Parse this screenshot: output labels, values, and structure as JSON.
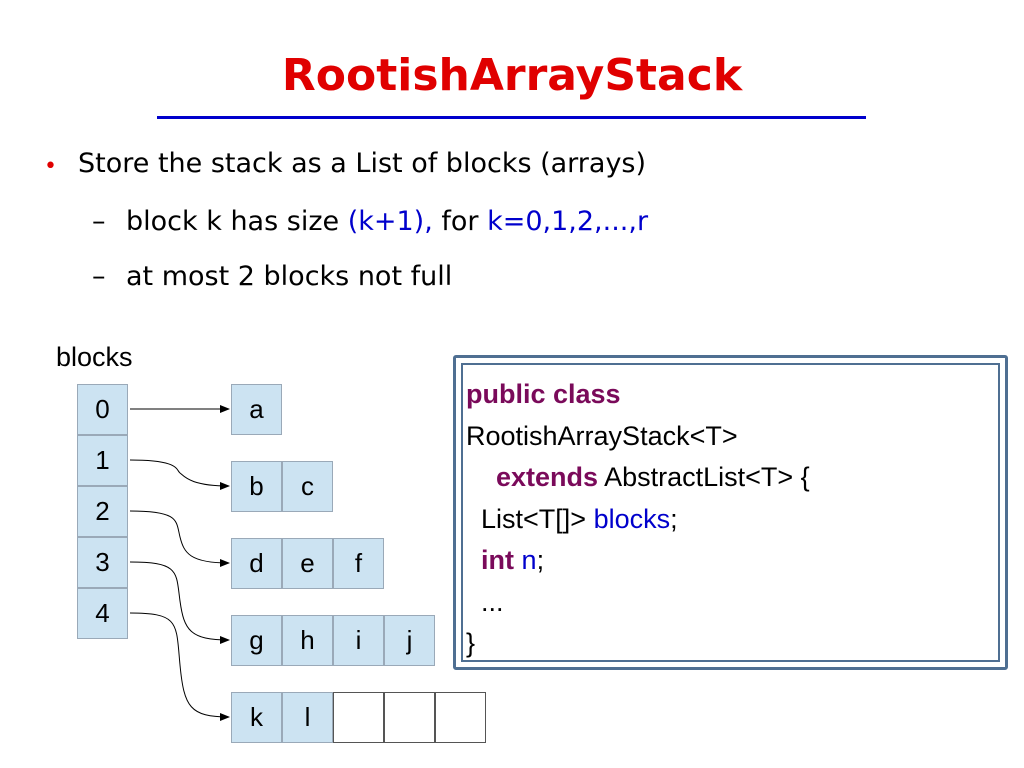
{
  "slide": {
    "title": "RootishArrayStack",
    "bullet1": "Store the stack as a List of blocks (arrays)",
    "sub1": {
      "dash": "–",
      "pre": "block k has size ",
      "size_expr": "(k+1),",
      "mid": " for ",
      "range_expr": "k=0,1,2,...,r"
    },
    "sub2": {
      "dash": "–",
      "text": "at most 2 blocks not full"
    }
  },
  "diagram": {
    "label": "blocks",
    "indices": [
      "0",
      "1",
      "2",
      "3",
      "4"
    ],
    "block_rows": [
      [
        "a"
      ],
      [
        "b",
        "c"
      ],
      [
        "d",
        "e",
        "f"
      ],
      [
        "g",
        "h",
        "i",
        "j"
      ],
      [
        "k",
        "l",
        "",
        "",
        ""
      ]
    ]
  },
  "code": {
    "line1_kw": "public class",
    "line2": "RootishArrayStack<T>",
    "line3_indent": "    ",
    "line3_kw": "extends",
    "line3_rest": " AbstractList<T> {",
    "line4_pre": "  List<T[]> ",
    "line4_var": "blocks",
    "line4_post": ";",
    "line5_indent": "  ",
    "line5_kw": "int",
    "line5_space": " ",
    "line5_var": "n",
    "line5_post": ";",
    "line6": "  ...",
    "line7": "}"
  },
  "colors": {
    "title": "#e00000",
    "rule": "#0000cc",
    "cell_fill": "#cce3f2",
    "keyword": "#7a0a5a",
    "identifier": "#0000cc",
    "frame": "#4f6f92"
  }
}
